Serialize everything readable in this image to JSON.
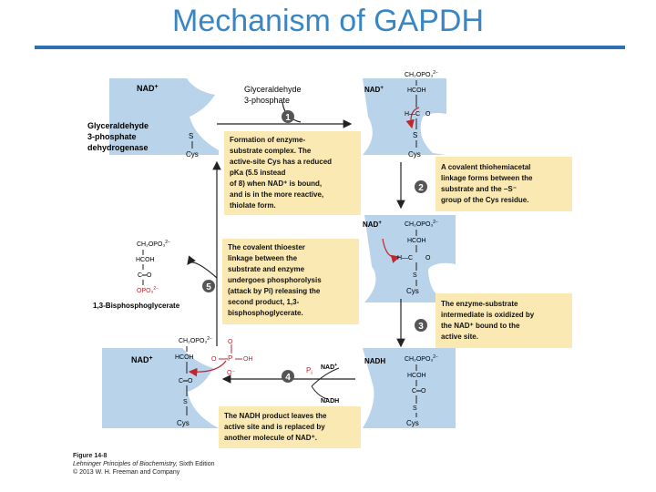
{
  "title": "Mechanism of GAPDH",
  "colors": {
    "title": "#3a86c4",
    "rule": "#2f6fb3",
    "membrane": "#b8d3ea",
    "box": "#fbe9b4",
    "arrow": "#c0272d"
  },
  "labels": {
    "nad_plus": "NAD",
    "nad_plus_sup": "+",
    "nadh": "NADH",
    "substrate_line1": "Glyceraldehyde",
    "substrate_line2": "3-phosphate",
    "enzyme_line1": "Glyceraldehyde",
    "enzyme_line2": "3-phosphate",
    "enzyme_line3": "dehydrogenase",
    "cys": "Cys",
    "s_minus": "S",
    "s": "S",
    "ch2opo3": "CH₂OPO₃",
    "ch2opo3_sup": "2−",
    "hcoh": "HCOH",
    "c_o": "C═O",
    "h_c": "H—C",
    "opo3": "OPO₃",
    "opo3_sup": "2−",
    "o_minus": "O⁻",
    "oh": "OH",
    "pi": "P",
    "pi_sub": "i",
    "p": "P",
    "o": "O",
    "product": "1,3-Bisphosphoglycerate"
  },
  "steps": [
    "1",
    "2",
    "3",
    "4",
    "5"
  ],
  "boxes": {
    "step1": [
      "Formation of enzyme-",
      "substrate complex. The",
      "active-site Cys has a reduced",
      "pKa (5.5 instead",
      "of 8) when NAD⁺ is bound,",
      "and is in the more reactive,",
      "thiolate form."
    ],
    "step2": [
      "A covalent thiohemiacetal",
      "linkage forms between the",
      "substrate and the –S⁻",
      "group of the Cys residue."
    ],
    "step3": [
      "The enzyme-substrate",
      "intermediate is oxidized by",
      "the NAD⁺ bound to the",
      "active site."
    ],
    "step4": [
      "The NADH product leaves the",
      "active site and is replaced by",
      "another molecule of NAD⁺."
    ],
    "step5": [
      "The covalent thioester",
      "linkage between the",
      "substrate and enzyme",
      "undergoes phosphorolysis",
      "(attack by Pi) releasing the",
      "second product, 1,3-",
      "bisphosphoglycerate."
    ]
  },
  "caption": {
    "figure": "Figure 14-8",
    "book": "Lehninger Principles of Biochemistry,",
    "edition": " Sixth Edition",
    "copyright": "© 2013 W. H. Freeman and Company"
  }
}
